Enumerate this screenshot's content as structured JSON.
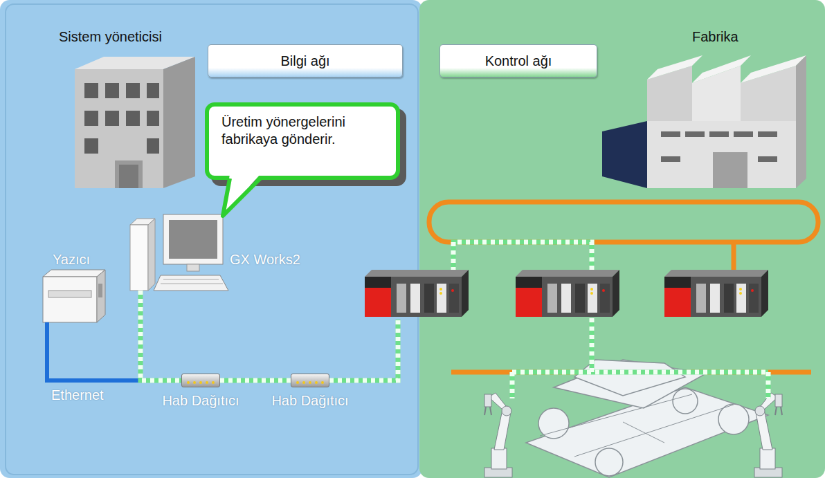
{
  "diagram": {
    "nodes": [
      {
        "text": [
          "Bilgi ağı"
        ]
      },
      {
        "text": [
          "Kontrol ağı"
        ]
      },
      {
        "text": [
          "Üretim yönergelerini fabrikaya gönderir."
        ]
      },
      {
        "text": [
          "Hab Dağıtıcı"
        ]
      },
      {
        "text": [
          "Hab Dağıtıcı"
        ]
      }
    ],
    "edges": [
      {
        "from": 3,
        "to": 4,
        "arrow": "none"
      }
    ],
    "labels": [
      "Sistem yöneticisi",
      "Fabrika",
      "Yazıcı",
      "GX Works2",
      "Ethernet"
    ]
  }
}
